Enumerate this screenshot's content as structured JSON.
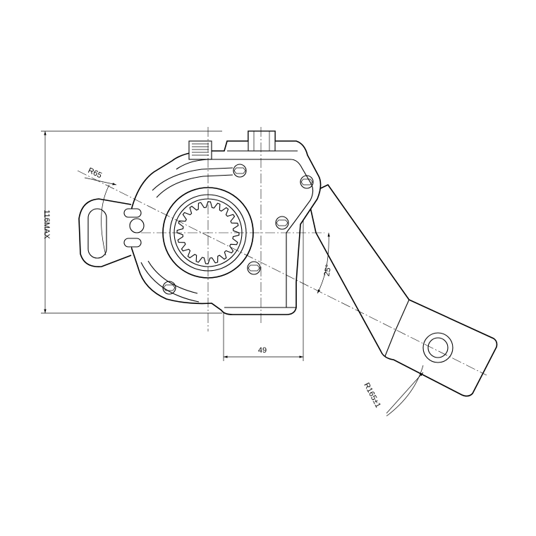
{
  "drawing": {
    "dimensions": {
      "height_max": "116MAX",
      "width": "49",
      "radius_small": "R65",
      "radius_large": "R165±1",
      "angle": "25°"
    },
    "line_color": "#000000",
    "background": "#ffffff"
  }
}
